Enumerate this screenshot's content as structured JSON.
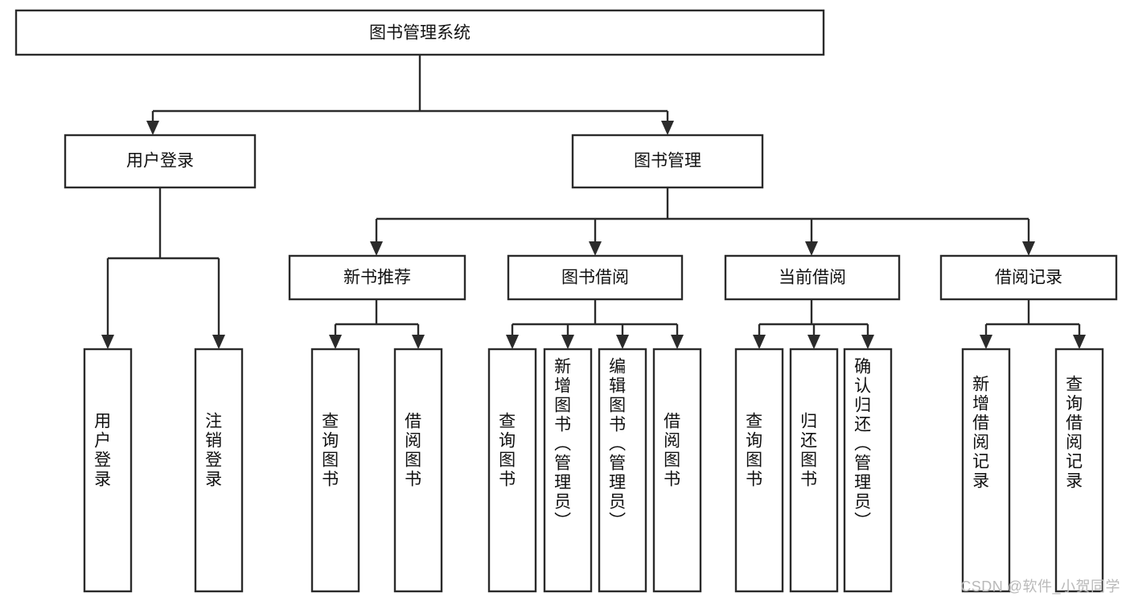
{
  "diagram": {
    "type": "tree-hierarchy",
    "title": "图书管理系统",
    "watermark": "CSDN @软件_小贺同学",
    "colors": {
      "box_stroke": "#2b2b2b",
      "box_fill": "#ffffff",
      "text": "#111111",
      "background": "#ffffff",
      "watermark": "#b9b9b9"
    },
    "root": {
      "label": "图书管理系统"
    },
    "level2": [
      {
        "label": "用户登录"
      },
      {
        "label": "图书管理"
      }
    ],
    "level3": [
      {
        "label": "新书推荐"
      },
      {
        "label": "图书借阅"
      },
      {
        "label": "当前借阅"
      },
      {
        "label": "借阅记录"
      }
    ],
    "leaves": {
      "user_login": [
        {
          "label": "用户登录"
        },
        {
          "label": "注销登录"
        }
      ],
      "new_book_recommend": [
        {
          "label": "查询图书"
        },
        {
          "label": "借阅图书"
        }
      ],
      "book_borrow": [
        {
          "label": "查询图书"
        },
        {
          "label": "新增图书（管理员）"
        },
        {
          "label": "编辑图书（管理员）"
        },
        {
          "label": "借阅图书"
        }
      ],
      "current_borrow": [
        {
          "label": "查询图书"
        },
        {
          "label": "归还图书"
        },
        {
          "label": "确认归还（管理员）"
        }
      ],
      "borrow_record": [
        {
          "label": "新增借阅记录"
        },
        {
          "label": "查询借阅记录"
        }
      ]
    }
  }
}
